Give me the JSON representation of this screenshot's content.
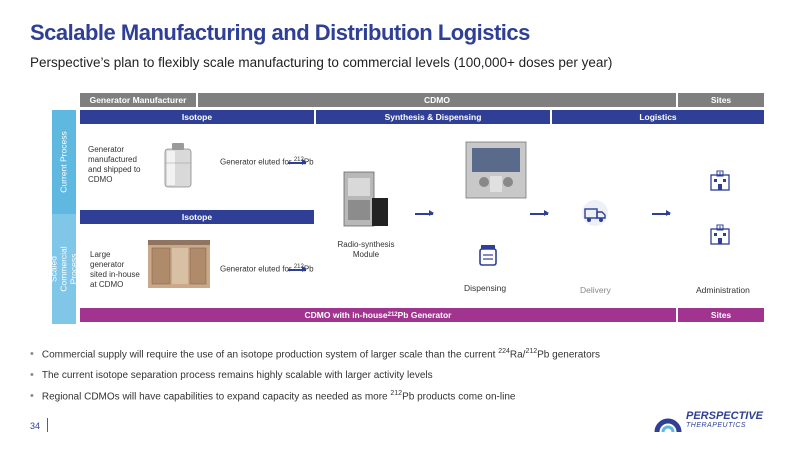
{
  "title": "Scalable Manufacturing and Distribution Logistics",
  "subtitle": "Perspective’s plan to flexibly scale manufacturing to commercial levels (100,000+ doses per year)",
  "header_row1": {
    "generator_manufacturer": "Generator Manufacturer",
    "cdmo": "CDMO",
    "sites": "Sites"
  },
  "header_row2": {
    "isotope": "Isotope",
    "synthesis": "Synthesis & Dispensing",
    "logistics": "Logistics"
  },
  "side_labels": {
    "current": "Current Process",
    "scaled": "Scaled Commercial Process"
  },
  "middle_isotope": "Isotope",
  "current_row": {
    "generator_text": "Generator manufactured and shipped to CDMO",
    "eluted_text": "Generator eluted for ",
    "eluted_isotope": "212",
    "eluted_element": "Pb"
  },
  "scaled_row": {
    "generator_text": "Large generator sited in-house at CDMO",
    "eluted_text": "Generator eluted for ",
    "eluted_isotope": "212",
    "eluted_element": "Pb"
  },
  "labels": {
    "radio_synthesis": "Radio-synthesis Module",
    "dispensing": "Dispensing",
    "delivery": "Delivery",
    "administration": "Administration"
  },
  "bottom_bar": {
    "prefix": "CDMO with in-house ",
    "isotope": "212",
    "suffix": "Pb Generator",
    "sites": "Sites"
  },
  "bullets": {
    "b1_pre": "Commercial supply will require the use of an isotope production system of larger scale than the current ",
    "b1_sup1": "224",
    "b1_mid": "Ra/",
    "b1_sup2": "212",
    "b1_post": "Pb generators",
    "b2": "The current isotope separation process remains highly scalable with larger activity levels",
    "b3_pre": "Regional CDMOs will have capabilities to expand capacity as needed as more ",
    "b3_sup": "212",
    "b3_post": "Pb products come on-line"
  },
  "page_number": "34",
  "logo": {
    "name": "PERSPECTIVE",
    "tagline": "THERAPEUTICS"
  },
  "colors": {
    "navy": "#2e3f95",
    "magenta": "#a0348f",
    "gray": "#7f7f7f",
    "sidebar_blue": "#5fb8e0"
  }
}
